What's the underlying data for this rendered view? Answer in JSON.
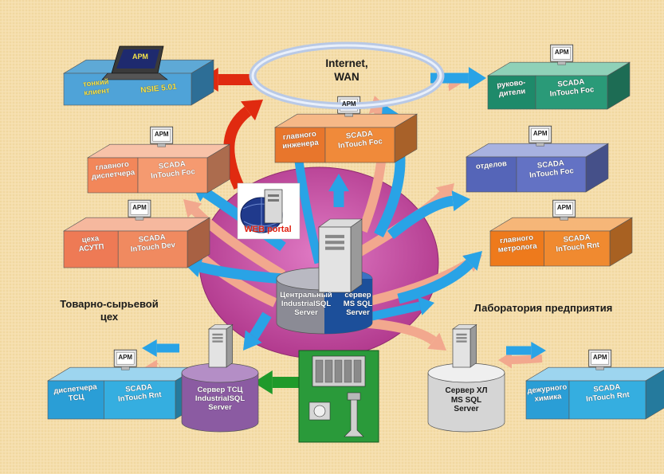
{
  "internet": "Internet,\nWAN",
  "arm": "АРМ",
  "web_portal": "WEB portal",
  "central_server": {
    "left": "Центральный\nIndustrialSQL\nServer",
    "right": "сервер\nMS SQL\nServer"
  },
  "tsc_server": "Сервер ТСЦ\nIndustrialSQL\nServer",
  "hl_server": "Сервер ХЛ\nMS SQL\nServer",
  "section_labels": {
    "warehouse": "Товарно-сырьевой\nцех",
    "laboratory": "Лаборатория предприятия"
  },
  "workstations": {
    "thin_client": {
      "left": "тонкий\nклиент",
      "right": "NSIE 5.01"
    },
    "management": {
      "left": "руково-\nдители",
      "right": "SCADA\nInTouch Foc"
    },
    "chief_engineer": {
      "left": "главного\nинженера",
      "right": "SCADA\nInTouch Foc"
    },
    "chief_dispatcher": {
      "left": "главного\nдиспетчера",
      "right": "SCADA\nInTouch Foc"
    },
    "departments": {
      "left": "отделов",
      "right": "SCADA\nInTouch Foc"
    },
    "asutp": {
      "left": "цеха\nАСУТП",
      "right": "SCADA\nInTouch Dev"
    },
    "metrologist": {
      "left": "главного\nметролога",
      "right": "SCADA\nInTouch Rnt"
    },
    "tsc_dispatcher": {
      "left": "диспетчера\nТСЦ",
      "right": "SCADA\nInTouch Rnt"
    },
    "duty_chemist": {
      "left": "дежурного\nхимика",
      "right": "SCADA\nInTouch Rnt"
    }
  },
  "colors": {
    "background": "#f7e3b3",
    "blue_arrow": "#29a3e6",
    "pink_arrow": "#f2a88e",
    "red_arrow": "#e02a10",
    "green_arrow": "#1f9a2a",
    "magenta_ellipse": "#c2449c"
  }
}
